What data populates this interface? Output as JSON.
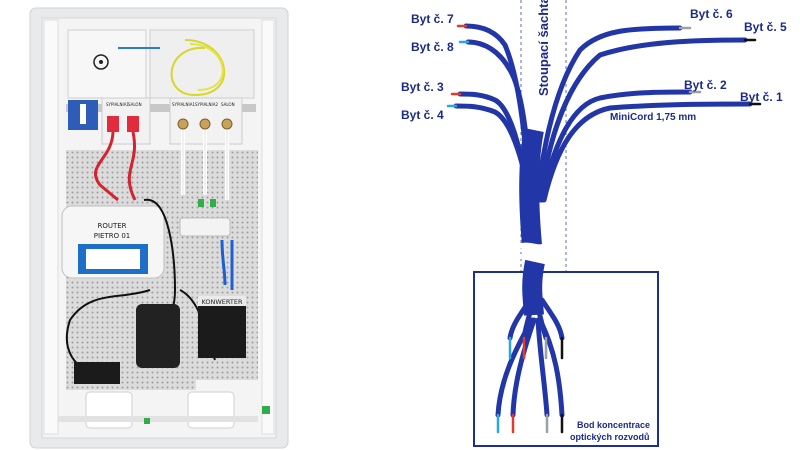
{
  "photo": {
    "labels": {
      "router": "ROUTER",
      "router_sub": "PIETRO 01",
      "konwerter": "KONWERTER",
      "port_a": "SYPIALNIA1",
      "port_b": "SALON",
      "port_c": "SYPIALNIA1",
      "port_d": "SYPIALNIA2",
      "port_e": "SALON"
    }
  },
  "diagram": {
    "shaft_label": "Stoupací šachta",
    "apartments": [
      {
        "label": "Byt č. 7"
      },
      {
        "label": "Byt č. 8"
      },
      {
        "label": "Byt č. 6"
      },
      {
        "label": "Byt č. 5"
      },
      {
        "label": "Byt č. 3"
      },
      {
        "label": "Byt č. 4"
      },
      {
        "label": "Byt č. 2"
      },
      {
        "label": "Byt č. 1"
      }
    ],
    "cable_label": "MiniCord 1,75 mm",
    "box_label_line1": "Bod koncentrace",
    "box_label_line2": "optických rozvodů",
    "colors": {
      "cable": "#2236a8",
      "box": "#1f2f8f",
      "text": "#1b2a8a",
      "fiber_red": "#e23b2e",
      "fiber_blue": "#2aa7e0",
      "fiber_black": "#111111",
      "fiber_gray": "#9aa0a6"
    }
  }
}
